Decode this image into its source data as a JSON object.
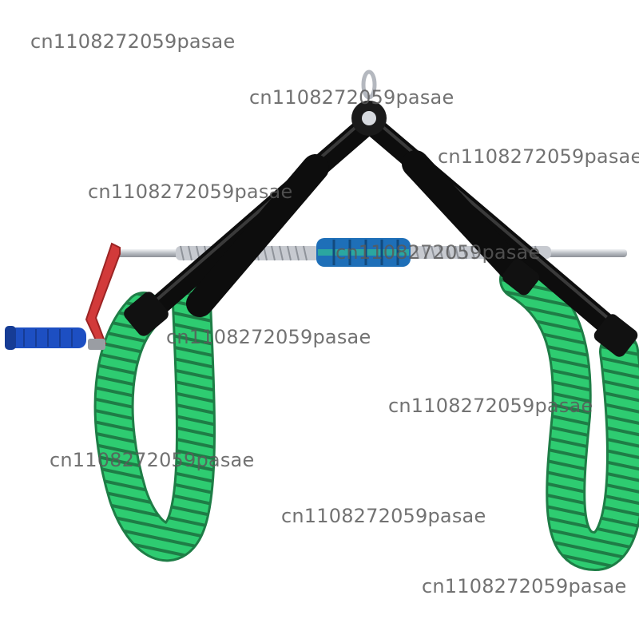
{
  "image": {
    "subject": "product-photo-spreader",
    "colors": {
      "background": "#ffffff",
      "arm": "#0d0d0d",
      "hose": "#2ecc71",
      "hose_stripe": "#1e7d46",
      "crank": "#d23a3a",
      "knob": "#1d4fc2",
      "foam": "#1e6fb8",
      "foam_band": "#2ba6a0",
      "rod": "#c9ccd1",
      "watermark": "#5a5a5a"
    }
  },
  "watermarks": [
    "cn1108272059pasae",
    "cn1108272059pasae",
    "cn1108272059pasae",
    "cn1108272059pasae",
    "cn1108272059pasae",
    "cn1108272059pasae",
    "cn1108272059pasae",
    "cn1108272059pasae",
    "cn1108272059pasae",
    "cn1108272059pasae"
  ]
}
